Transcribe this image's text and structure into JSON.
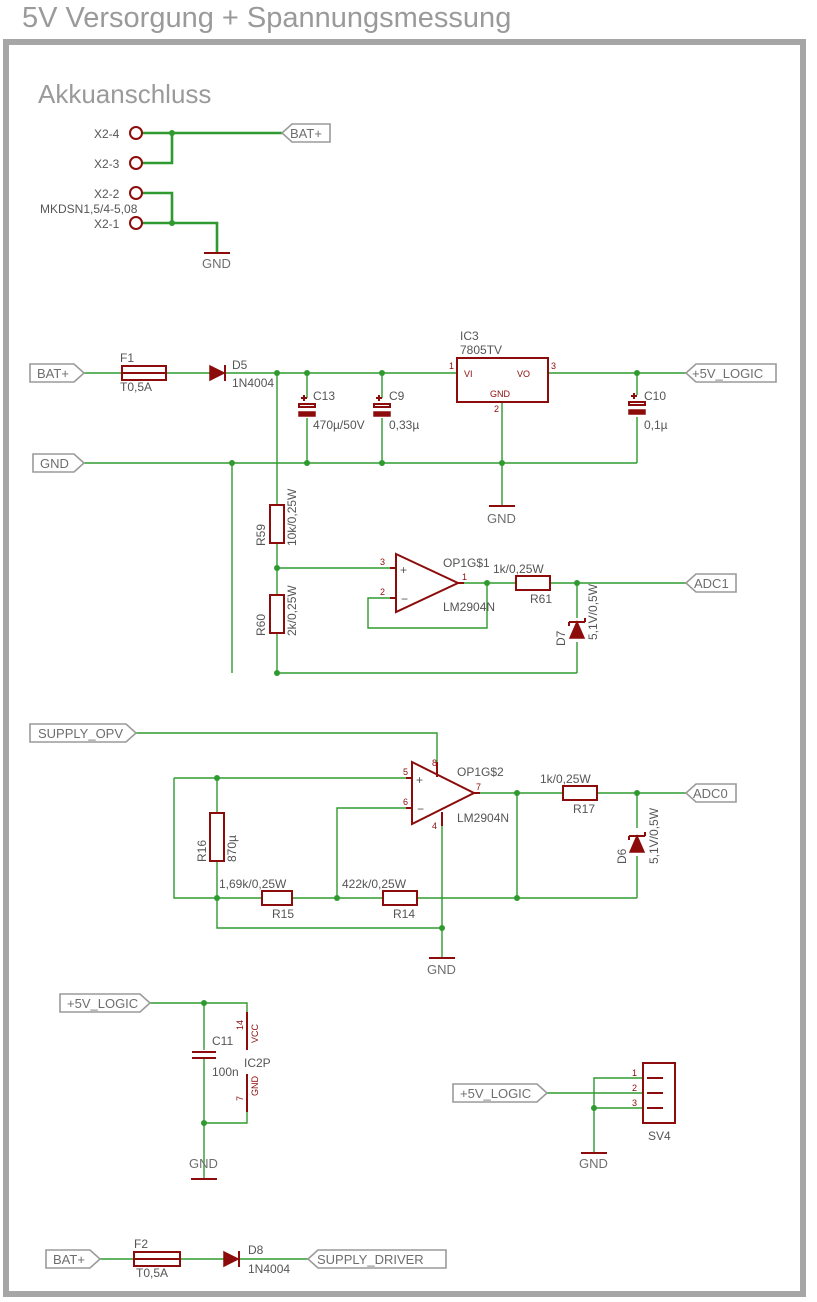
{
  "page_title": "5V Versorgung + Spannungsmessung",
  "section_title": "Akkuanschluss",
  "connector": {
    "name": "MKDSN1,5/4-5,08",
    "pins": [
      "X2-4",
      "X2-3",
      "X2-2",
      "X2-1"
    ]
  },
  "nets": {
    "bat_plus": "BAT+",
    "gnd": "GND",
    "plus5v_logic": "+5V_LOGIC",
    "adc1": "ADC1",
    "adc0": "ADC0",
    "supply_opv": "SUPPLY_OPV",
    "supply_driver": "SUPPLY_DRIVER"
  },
  "components": {
    "F1": {
      "name": "F1",
      "value": "T0,5A"
    },
    "D5": {
      "name": "D5",
      "value": "1N4004"
    },
    "C13": {
      "name": "C13",
      "value": "470µ/50V"
    },
    "C9": {
      "name": "C9",
      "value": "0,33µ"
    },
    "IC3": {
      "name": "IC3",
      "value": "7805TV",
      "pins": {
        "vi": "VI",
        "vo": "VO",
        "gnd": "GND",
        "p1": "1",
        "p2": "2",
        "p3": "3"
      }
    },
    "C10": {
      "name": "C10",
      "value": "0,1µ"
    },
    "R59": {
      "name": "R59",
      "value": "10k/0,25W"
    },
    "R60": {
      "name": "R60",
      "value": "2k/0,25W"
    },
    "OP1_1": {
      "name": "OP1G$1",
      "value": "LM2904N",
      "pins": {
        "p3": "3",
        "p2": "2",
        "p1": "1",
        "plus": "+",
        "minus": "−"
      }
    },
    "R61": {
      "name": "R61",
      "value": "1k/0,25W"
    },
    "D7": {
      "name": "D7",
      "value": "5,1V/0,5W"
    },
    "OP1_2": {
      "name": "OP1G$2",
      "value": "LM2904N",
      "pins": {
        "p5": "5",
        "p6": "6",
        "p7": "7",
        "p8": "8",
        "p4": "4",
        "plus": "+",
        "minus": "−"
      }
    },
    "R16": {
      "name": "R16",
      "value": "870µ"
    },
    "R15": {
      "name": "R15",
      "value": "1,69k/0,25W"
    },
    "R14": {
      "name": "R14",
      "value": "422k/0,25W"
    },
    "R17": {
      "name": "R17",
      "value": "1k/0,25W"
    },
    "D6": {
      "name": "D6",
      "value": "5,1V/0,5W"
    },
    "C11": {
      "name": "C11",
      "value": "100n"
    },
    "IC2P": {
      "name": "IC2P",
      "pins": {
        "vcc": "VCC",
        "gnd": "GND",
        "p14": "14",
        "p7": "7"
      }
    },
    "SV4": {
      "name": "SV4",
      "pins": [
        "1",
        "2",
        "3"
      ]
    },
    "F2": {
      "name": "F2",
      "value": "T0,5A"
    },
    "D8": {
      "name": "D8",
      "value": "1N4004"
    }
  }
}
